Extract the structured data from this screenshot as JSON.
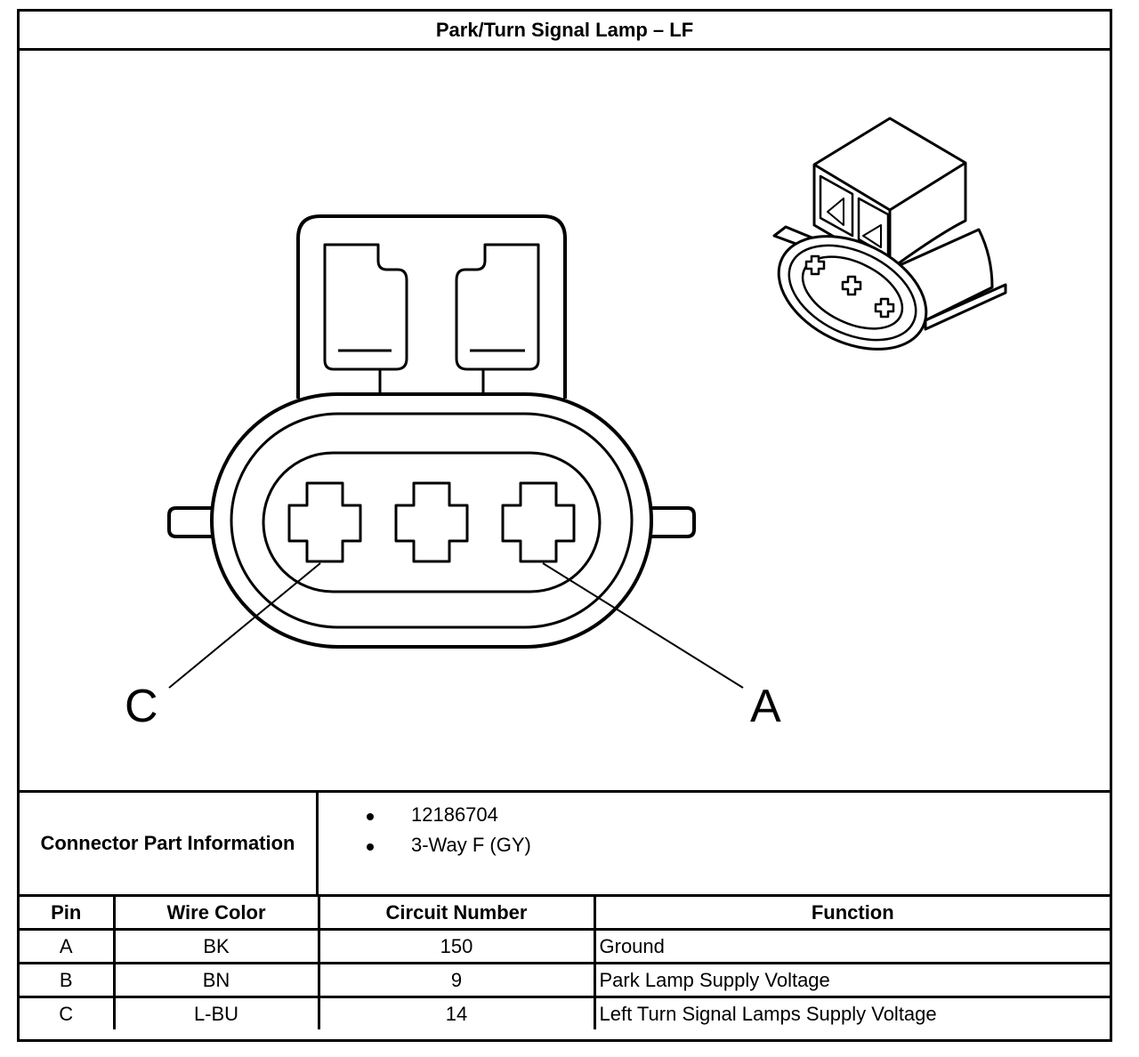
{
  "title": "Park/Turn Signal Lamp – LF",
  "diagram": {
    "pin_labels": {
      "left": "C",
      "right": "A"
    }
  },
  "connector_info": {
    "label": "Connector Part Information",
    "items": [
      "12186704",
      "3-Way F (GY)"
    ]
  },
  "pin_table": {
    "headers": [
      "Pin",
      "Wire Color",
      "Circuit Number",
      "Function"
    ],
    "rows": [
      [
        "A",
        "BK",
        "150",
        "Ground"
      ],
      [
        "B",
        "BN",
        "9",
        "Park Lamp Supply Voltage"
      ],
      [
        "C",
        "L-BU",
        "14",
        "Left Turn Signal Lamps Supply Voltage"
      ]
    ]
  }
}
